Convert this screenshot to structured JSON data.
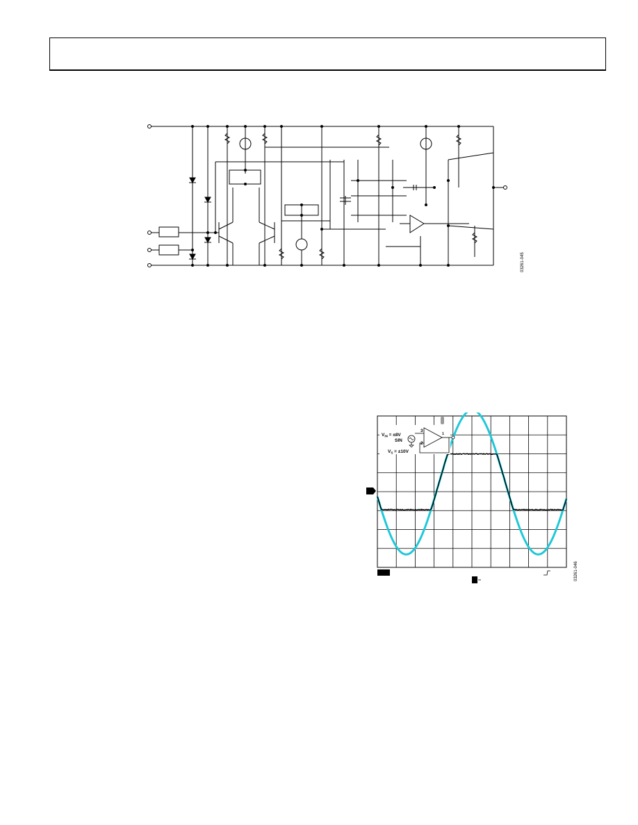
{
  "schematic": {
    "figure_id": "03261-045"
  },
  "scope": {
    "figure_id": "03261-046",
    "inset": {
      "vin_label": "V",
      "vin_sub": "IN",
      "vin_value": " = ±8V",
      "source_label": "SIN",
      "vs_label": "V",
      "vs_sub": "S",
      "vs_value": " = ±10V",
      "pin3": "3",
      "pin2": "2",
      "pin1": "1"
    }
  },
  "colors": {
    "input_trace": "#1fc8d8",
    "output_trace": "#000000",
    "grid": "#000000",
    "marker": "#9a9a9a"
  },
  "icons": {
    "ch1_marker": "channel-1-ground-marker",
    "trigger": "trigger-rising-edge-icon",
    "timebase": "trigger-position-marker"
  }
}
